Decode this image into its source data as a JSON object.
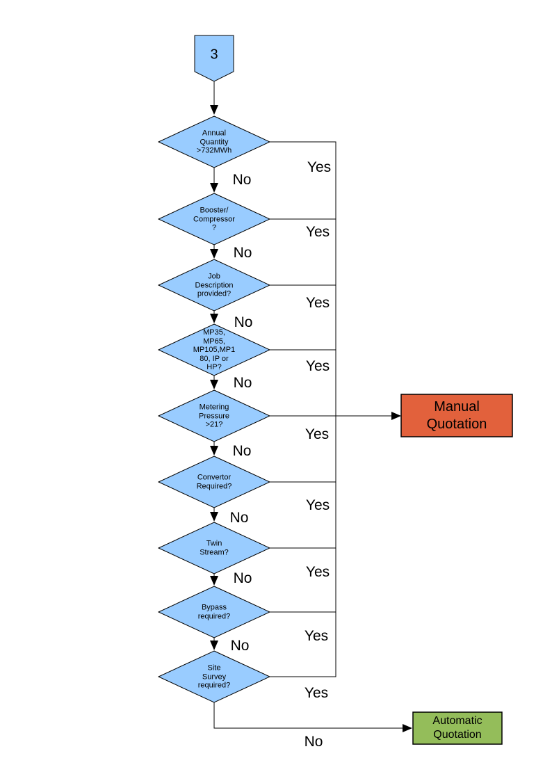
{
  "colors": {
    "node_fill": "#99CCFF",
    "manual_fill": "#E2613C",
    "automatic_fill": "#94BD5A",
    "line": "#000000"
  },
  "connector": {
    "label": "3"
  },
  "decisions": [
    {
      "label": "Annual\nQuantity\n>732MWh"
    },
    {
      "label": "Booster/\nCompressor\n?"
    },
    {
      "label": "Job\nDescription\nprovided?"
    },
    {
      "label": "MP35,\nMP65,\nMP105,MP1\n80, IP or\nHP?"
    },
    {
      "label": "Metering\nPressure\n>21?"
    },
    {
      "label": "Convertor\nRequired?"
    },
    {
      "label": "Twin\nStream?"
    },
    {
      "label": "Bypass\nrequired?"
    },
    {
      "label": "Site\nSurvey\nrequired?"
    }
  ],
  "branch_labels": {
    "yes": "Yes",
    "no": "No"
  },
  "terminals": {
    "manual": {
      "label": "Manual\nQuotation"
    },
    "automatic": {
      "label": "Automatic\nQuotation"
    }
  }
}
